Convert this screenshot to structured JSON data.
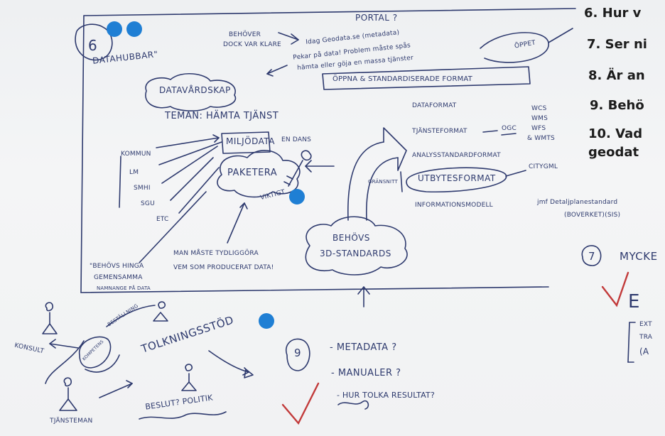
{
  "printed_questions": {
    "q6": "6. Hur v",
    "q7": "7. Ser ni",
    "q8": "8. Är an",
    "q9": "9. Behö",
    "q10a": "10. Vad",
    "q10b": "geodat"
  },
  "section6": {
    "number": "6",
    "title": "DATAHUBBAR\"",
    "behover": "BEHÖVER",
    "dock": "DOCK VAR KLARE",
    "portal": "PORTAL ?",
    "idag": "Idag Geodata.se (metadata)",
    "pekar": "Pekar på data! Problem måste spås",
    "hamta": "hämta eller göja en massa tjänster",
    "oppet": "ÖPPET",
    "datavardskap": "DATAVÅRDSKAP",
    "oppna_standard": "ÖPPNA & STANDARDISERADE FORMAT",
    "teman": "TEMAN: HÄMTA TJÄNST",
    "kommun": "KOMMUN",
    "lm": "LM",
    "smhi": "SMHI",
    "sgu": "SGU",
    "etc": "ETC",
    "miljodata": "MILJÖDATA",
    "en_dans": "EN DANS",
    "paketera": "PAKETERA",
    "viktigt": "VIKTIGT",
    "dataformat": "DATAFORMAT",
    "tjansteformat": "TJÄNSTEFORMAT",
    "ogc": "OGC",
    "wcs": "WCS",
    "wms": "WMS",
    "wfs": "WFS",
    "wmts": "& WMTS",
    "analys": "ANALYSSTANDARDFORMAT",
    "granssnitt": "GRÄNSNITT",
    "utbytesformat": "UTBYTESFORMAT",
    "citygml": "CITYGML",
    "informationsmodell": "INFORMATIONSMODELL",
    "jmf": "jmf Detaljplanestandard",
    "boverket": "(BOVERKET)(SIS)",
    "behovs3d_1": "BEHÖVS",
    "behovs3d_2": "3D-STANDARDS",
    "behovs_hinga1": "\"BEHÖVS HINGA",
    "behovs_hinga2": "GEMENSAMMA",
    "behovs_hinga3": "NAMNANGE PÅ DATA",
    "man_maste1": "MAN MÅSTE TYDLIGGÖRA",
    "man_maste2": "VEM SOM PRODUCERAT DATA!"
  },
  "section7": {
    "number": "7",
    "mycke": "MYCKE",
    "e_letter": "E",
    "ext1": "EXT",
    "ext2": "TRA",
    "ext3": "(A"
  },
  "lower_left": {
    "konsult": "KONSULT",
    "bestallning": "BESTÄLLNING",
    "kompetens": "KOMPETENS",
    "tolkningsstod": "TOLKNINGSSTÖD",
    "beslut": "BESLUT? POLITIK",
    "tjansteman": "TJÄNSTEMAN"
  },
  "section9": {
    "number": "9",
    "metadata": "- METADATA ?",
    "manualer": "- MANUALER ?",
    "hur_tolka": "- HUR TOLKA RESULTAT?"
  },
  "colors": {
    "marker_blue": "#2e3a6e",
    "marker_red": "#c23a3a",
    "sticker_blue": "#1f7fd4",
    "board": "#f1f2f3"
  }
}
